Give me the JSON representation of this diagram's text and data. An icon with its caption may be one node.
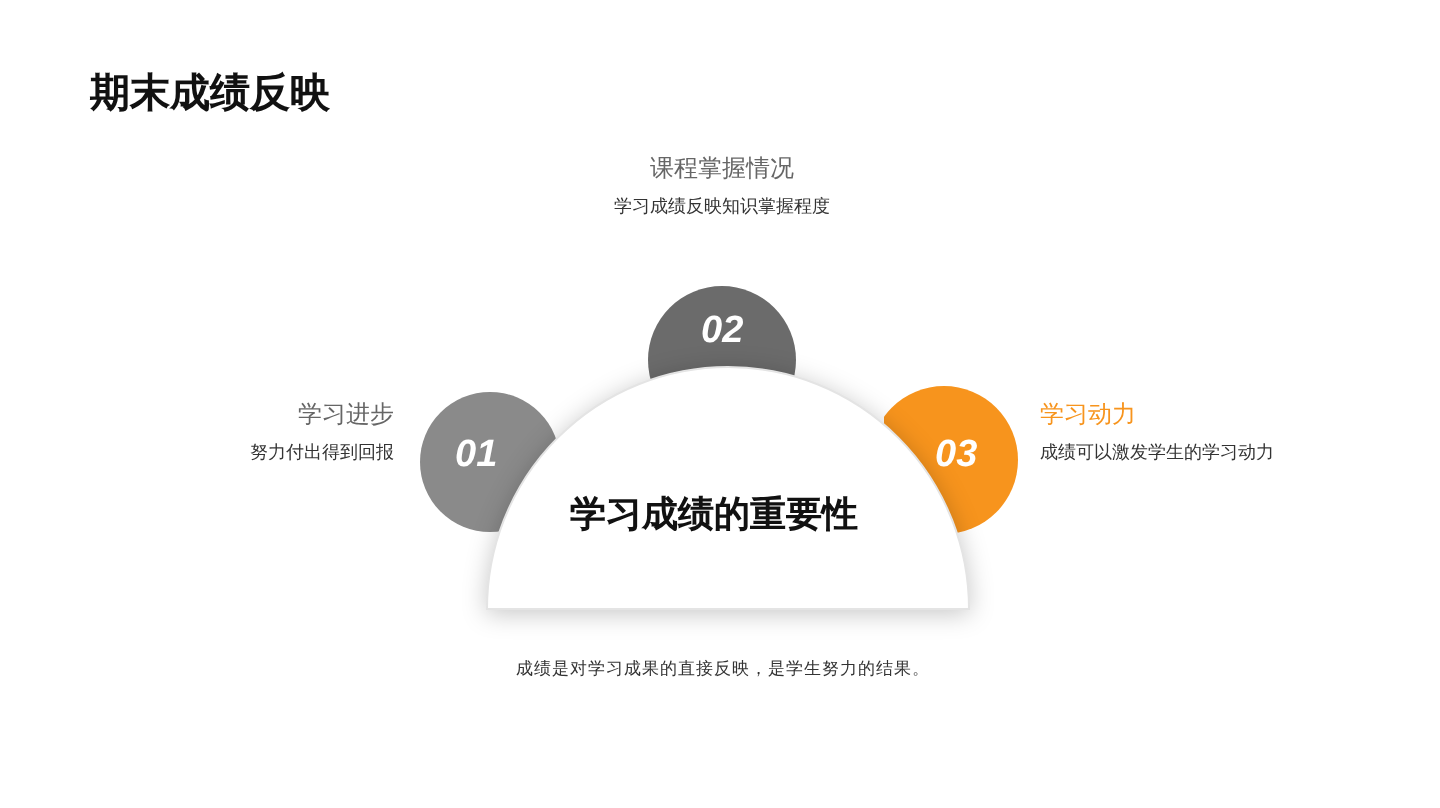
{
  "diagram": {
    "title": "期末成绩反映",
    "nodes": [
      {
        "text": [
          "01"
        ],
        "beside": [
          "学习进步",
          "努力付出得到回报"
        ]
      },
      {
        "text": [
          "02"
        ],
        "beside": [
          "课程掌握情况",
          "学习成绩反映知识掌握程度"
        ]
      },
      {
        "text": [
          "03"
        ],
        "beside": [
          "学习动力",
          "成绩可以激发学生的学习动力"
        ]
      },
      {
        "text": [
          "学习成绩的重要性"
        ]
      }
    ],
    "labels": [
      "成绩是对学习成果的直接反映，是学生努力的结果。"
    ]
  }
}
